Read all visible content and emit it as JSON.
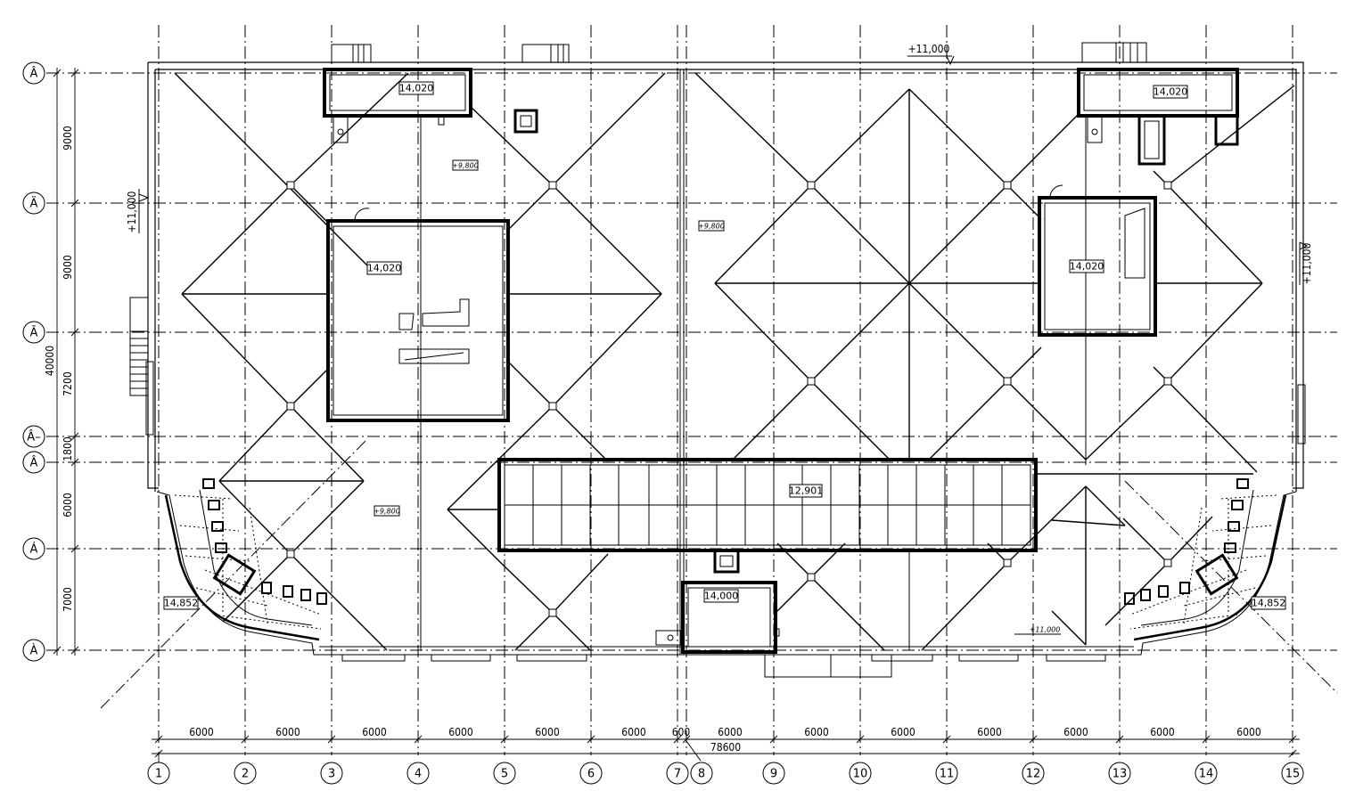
{
  "drawing": {
    "column_axes": [
      {
        "label": "1"
      },
      {
        "label": "2"
      },
      {
        "label": "3"
      },
      {
        "label": "4"
      },
      {
        "label": "5"
      },
      {
        "label": "6"
      },
      {
        "label": "7"
      },
      {
        "label": "8"
      },
      {
        "label": "9"
      },
      {
        "label": "10"
      },
      {
        "label": "11"
      },
      {
        "label": "12"
      },
      {
        "label": "13"
      },
      {
        "label": "14"
      },
      {
        "label": "15"
      }
    ],
    "row_axes": [
      {
        "label": "Â"
      },
      {
        "label": "Ä"
      },
      {
        "label": "Ã"
      },
      {
        "label": "Â–"
      },
      {
        "label": "Â"
      },
      {
        "label": "Á"
      },
      {
        "label": "À"
      }
    ],
    "bottom_dimensions": [
      "6000",
      "6000",
      "6000",
      "6000",
      "6000",
      "6000",
      "600",
      "6000",
      "6000",
      "6000",
      "6000",
      "6000",
      "6000",
      "6000"
    ],
    "overall_width": "78600",
    "left_dimensions": [
      "9000",
      "9000",
      "7200",
      "1800",
      "6000",
      "7000"
    ],
    "overall_height": "40000",
    "elevations": {
      "roof_box_a": "14,020",
      "roof_box_b": "14,020",
      "roof_box_c": "14,020",
      "roof_box_d": "14,020",
      "skylight": "12,901",
      "stair_box": "14,000",
      "corner_left": "14,852",
      "corner_right": "14,852",
      "parapet_top": "+11,000",
      "parapet_left": "+11,000",
      "parapet_right": "+11,000",
      "parapet_bottom": "+11,000",
      "roof_level_1": "+9,800",
      "roof_level_2": "+9,800",
      "roof_level_3": "+9,800"
    }
  }
}
